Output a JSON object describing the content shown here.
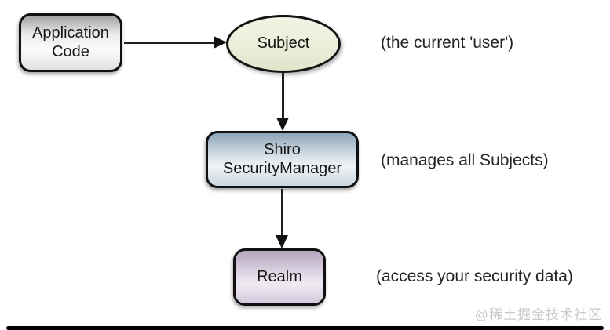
{
  "diagram": {
    "title_hint": "Apache Shiro architecture overview",
    "nodes": {
      "application_code": {
        "label": "Application Code",
        "shape": "rounded-rect",
        "fill": "#ececec",
        "border": "#111111"
      },
      "subject": {
        "label": "Subject",
        "shape": "ellipse",
        "fill": "#e9eed9",
        "border": "#111111"
      },
      "security_manager": {
        "label": "Shiro SecurityManager",
        "shape": "rounded-rect",
        "fill": "#dde5eb",
        "border": "#111111"
      },
      "realm": {
        "label": "Realm",
        "shape": "rounded-rect",
        "fill": "#e8e1ec",
        "border": "#111111"
      }
    },
    "annotations": {
      "subject": "(the current 'user')",
      "security_manager": "(manages all Subjects)",
      "realm": "(access your security data)"
    },
    "connectors": {
      "color": "#1a1a1a",
      "edges": [
        {
          "from": "application_code",
          "to": "subject",
          "direction": "right"
        },
        {
          "from": "subject",
          "to": "security_manager",
          "direction": "down"
        },
        {
          "from": "security_manager",
          "to": "realm",
          "direction": "down"
        }
      ]
    }
  },
  "watermark": {
    "text": "@稀土掘金技术社区",
    "color": "#c9c9c9"
  }
}
